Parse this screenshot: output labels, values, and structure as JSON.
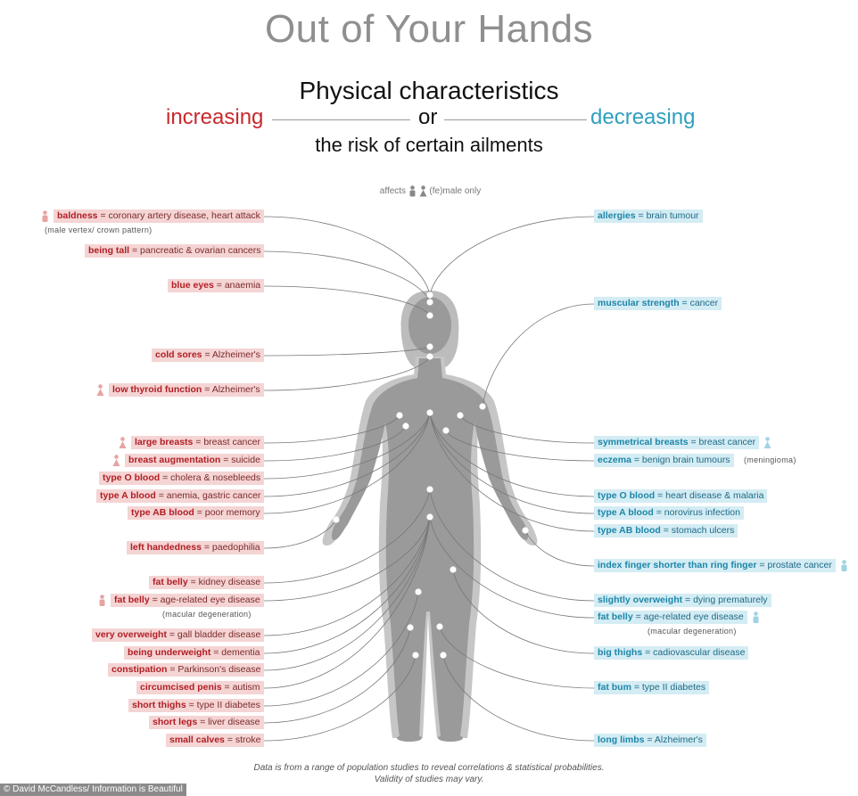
{
  "title": "Out of Your Hands",
  "heading": "Physical characteristics",
  "increasing": "increasing",
  "or": "or",
  "decreasing": "decreasing",
  "subheading": "the risk of certain ailments",
  "legend": {
    "prefix": "affects",
    "suffix": "(fe)male only"
  },
  "colors": {
    "increase": "#c8282d",
    "decrease": "#2f9fbf",
    "increase_label_bg": "#f5d4d4",
    "decrease_label_bg": "#d4ecf4",
    "body": "#9a9a9a",
    "body_outline": "#c4c4c4"
  },
  "increasing_items": [
    {
      "trait": "baldness",
      "ailment": "coronary artery disease, heart attack",
      "gender": "male",
      "note": "(male vertex/ crown pattern)"
    },
    {
      "trait": "being tall",
      "ailment": "pancreatic & ovarian cancers"
    },
    {
      "trait": "blue eyes",
      "ailment": "anaemia"
    },
    {
      "trait": "cold sores",
      "ailment": "Alzheimer's"
    },
    {
      "trait": "low thyroid function",
      "ailment": "Alzheimer's",
      "gender": "female"
    },
    {
      "trait": "large breasts",
      "ailment": "breast cancer",
      "gender": "female"
    },
    {
      "trait": "breast augmentation",
      "ailment": "suicide",
      "gender": "female"
    },
    {
      "trait": "type O blood",
      "ailment": "cholera & nosebleeds"
    },
    {
      "trait": "type A blood",
      "ailment": "anemia, gastric cancer"
    },
    {
      "trait": "type AB blood",
      "ailment": "poor memory"
    },
    {
      "trait": "left handedness",
      "ailment": "paedophilia"
    },
    {
      "trait": "fat belly",
      "ailment": "kidney disease"
    },
    {
      "trait": "fat belly",
      "ailment": "age-related eye disease",
      "gender": "male",
      "note": "(macular degeneration)"
    },
    {
      "trait": "very overweight",
      "ailment": "gall bladder disease"
    },
    {
      "trait": "being underweight",
      "ailment": "dementia"
    },
    {
      "trait": "constipation",
      "ailment": "Parkinson's disease"
    },
    {
      "trait": "circumcised penis",
      "ailment": "autism"
    },
    {
      "trait": "short thighs",
      "ailment": "type II diabetes"
    },
    {
      "trait": "short legs",
      "ailment": "liver disease"
    },
    {
      "trait": "small calves",
      "ailment": "stroke"
    }
  ],
  "decreasing_items": [
    {
      "trait": "allergies",
      "ailment": "brain tumour"
    },
    {
      "trait": "muscular strength",
      "ailment": "cancer"
    },
    {
      "trait": "symmetrical breasts",
      "ailment": "breast cancer",
      "gender": "female"
    },
    {
      "trait": "eczema",
      "ailment": "benign brain tumours",
      "note": "(meningioma)"
    },
    {
      "trait": "type O blood",
      "ailment": "heart disease & malaria"
    },
    {
      "trait": "type A blood",
      "ailment": "norovirus infection"
    },
    {
      "trait": "type AB blood",
      "ailment": "stomach ulcers"
    },
    {
      "trait": "index finger shorter than ring finger",
      "ailment": "prostate cancer",
      "gender": "male"
    },
    {
      "trait": "slightly overweight",
      "ailment": "dying prematurely"
    },
    {
      "trait": "fat belly",
      "ailment": "age-related eye disease",
      "gender": "male",
      "note": "(macular degeneration)"
    },
    {
      "trait": "big thighs",
      "ailment": "cadiovascular disease"
    },
    {
      "trait": "fat bum",
      "ailment": "type II diabetes"
    },
    {
      "trait": "long limbs",
      "ailment": "Alzheimer's"
    }
  ],
  "footer": {
    "line1": "Data is from a range of population studies to reveal correlations & statistical probabilities.",
    "line2": "Validity of studies may vary."
  },
  "credit": "© David McCandless/ Information is Beautiful"
}
